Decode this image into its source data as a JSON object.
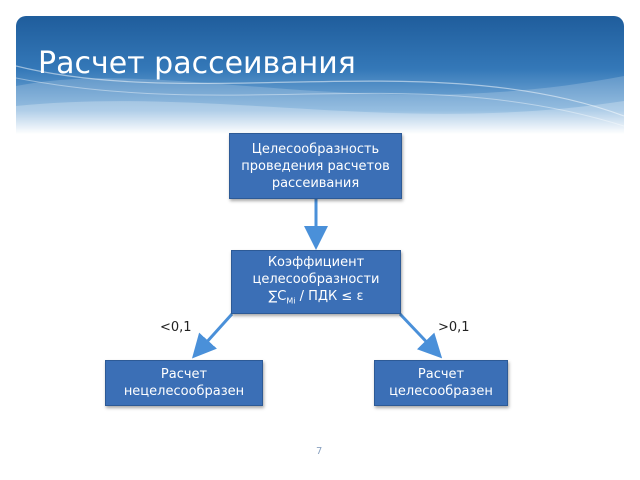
{
  "slide": {
    "title": "Расчет рассеивания",
    "page_number": "7"
  },
  "diagram": {
    "top_box": [
      "Целесообразность",
      "проведения расчетов",
      "рассеивания"
    ],
    "middle_box": {
      "line1": "Коэффициент",
      "line2": "целесообразности",
      "formula_prefix": "∑С",
      "formula_sub": "Мi",
      "formula_suffix": " / ПДК ≤ ε"
    },
    "left_box": [
      "Расчет",
      "нецелесообразен"
    ],
    "right_box": [
      "Расчет",
      "целесообразен"
    ],
    "left_edge_label": "<0,1",
    "right_edge_label": ">0,1"
  },
  "colors": {
    "box_fill": "#3b6fb6",
    "arrow": "#4a90d9",
    "banner": "#2f6eb0"
  }
}
